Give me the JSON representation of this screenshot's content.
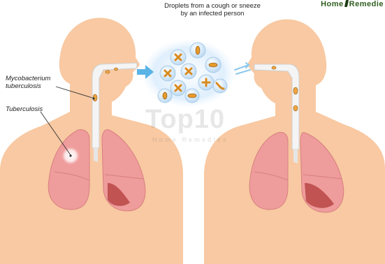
{
  "labels": {
    "droplets_line1": "Droplets from a cough or sneeze",
    "droplets_line2": "by an infected person",
    "mycobacterium_line1": "Mycobacterium",
    "mycobacterium_line2": "tuberculosis",
    "tuberculosis": "Tuberculosis"
  },
  "branding": {
    "logo_text_left": "Home",
    "logo_text_right": "Remedie",
    "watermark_main": "Top10",
    "watermark_sub": "Home Remedies"
  },
  "colors": {
    "skin": "#f8c9a2",
    "lung": "#ef9c9c",
    "lung_dark": "#c65a5a",
    "airway": "#f4f4f4",
    "arrow_blue": "#5ab4e6",
    "bacteria": "#f0a640",
    "droplet_cloud": "#cfe6fb"
  }
}
